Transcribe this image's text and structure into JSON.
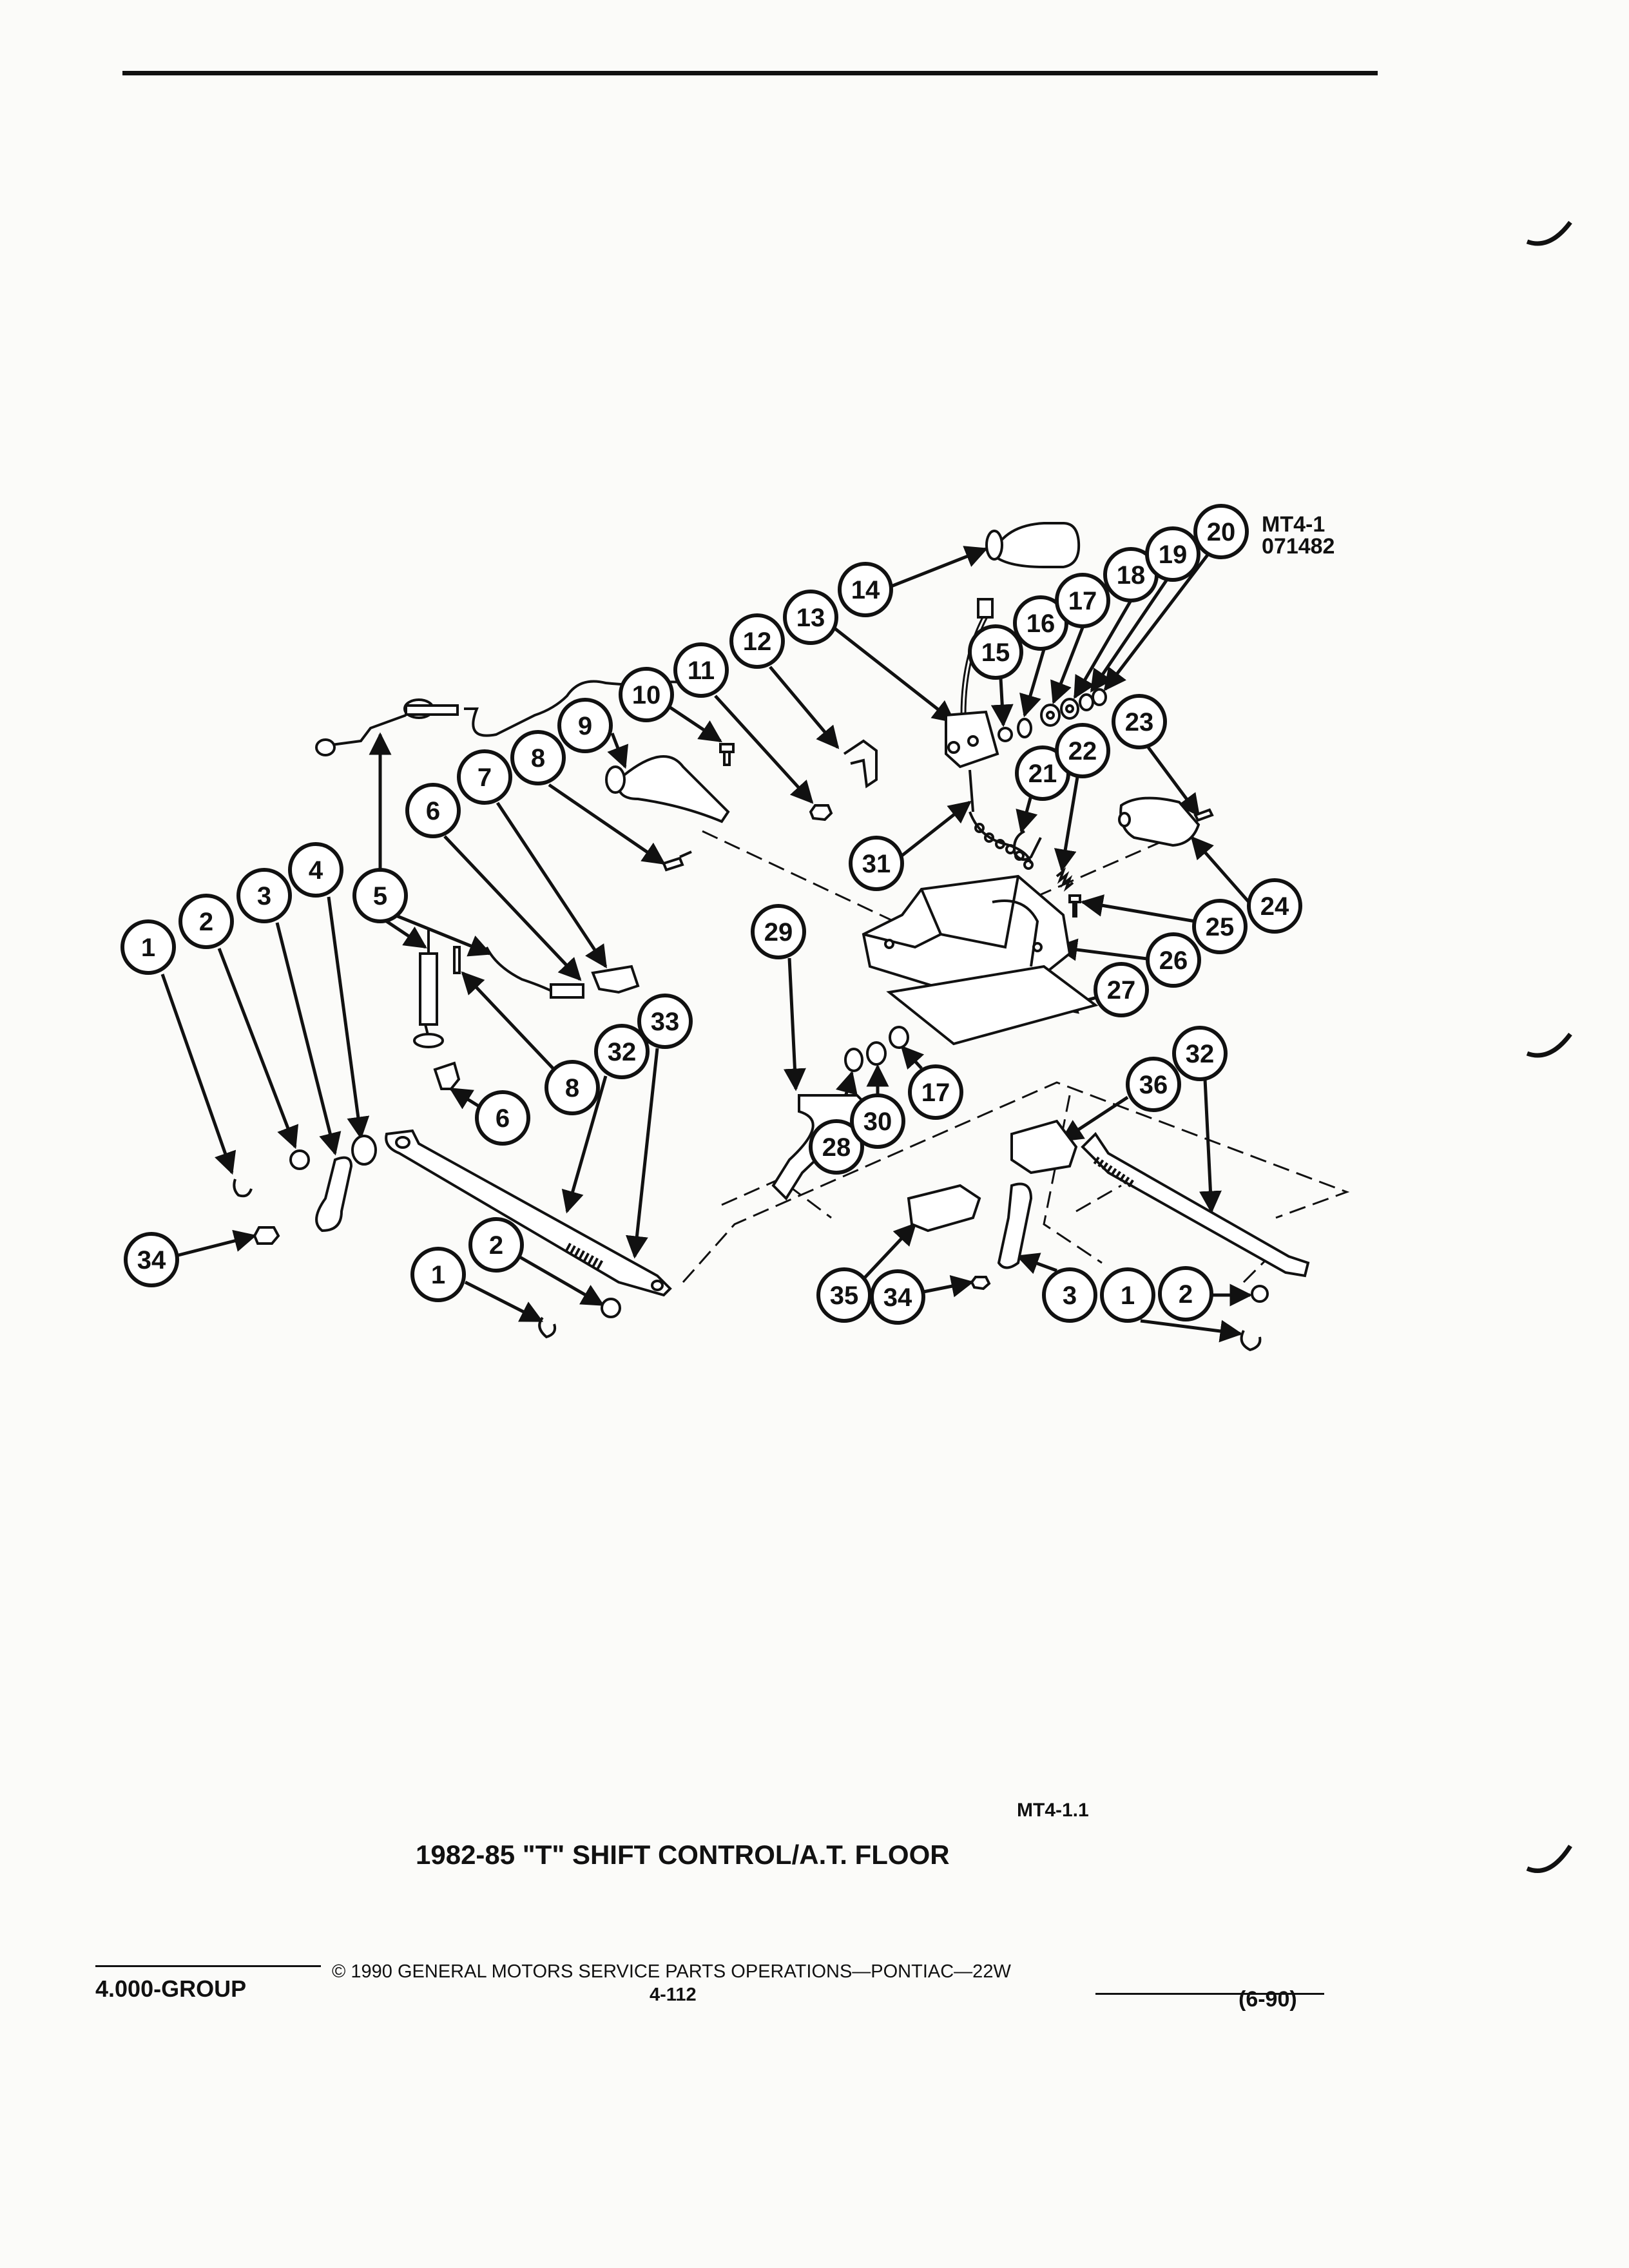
{
  "diagram": {
    "ref_code": "MT4-1",
    "ref_date": "071482",
    "figure_code": "MT4-1.1",
    "title": "1982-85 \"T\" SHIFT CONTROL/A.T. FLOOR"
  },
  "footer": {
    "group": "4.000-GROUP",
    "copyright": "© 1990 GENERAL MOTORS SERVICE PARTS OPERATIONS—PONTIAC—22W",
    "page_number": "4-112",
    "date_code": "(6-90)"
  },
  "callouts": [
    {
      "id": "c1a",
      "n": "1"
    },
    {
      "id": "c2a",
      "n": "2"
    },
    {
      "id": "c3a",
      "n": "3"
    },
    {
      "id": "c4",
      "n": "4"
    },
    {
      "id": "c5",
      "n": "5"
    },
    {
      "id": "c6a",
      "n": "6"
    },
    {
      "id": "c7",
      "n": "7"
    },
    {
      "id": "c8a",
      "n": "8"
    },
    {
      "id": "c9",
      "n": "9"
    },
    {
      "id": "c10",
      "n": "10"
    },
    {
      "id": "c11",
      "n": "11"
    },
    {
      "id": "c12",
      "n": "12"
    },
    {
      "id": "c13",
      "n": "13"
    },
    {
      "id": "c14",
      "n": "14"
    },
    {
      "id": "c15",
      "n": "15"
    },
    {
      "id": "c16",
      "n": "16"
    },
    {
      "id": "c17a",
      "n": "17"
    },
    {
      "id": "c18",
      "n": "18"
    },
    {
      "id": "c19",
      "n": "19"
    },
    {
      "id": "c20",
      "n": "20"
    },
    {
      "id": "c21",
      "n": "21"
    },
    {
      "id": "c22",
      "n": "22"
    },
    {
      "id": "c23",
      "n": "23"
    },
    {
      "id": "c24",
      "n": "24"
    },
    {
      "id": "c25",
      "n": "25"
    },
    {
      "id": "c26",
      "n": "26"
    },
    {
      "id": "c27",
      "n": "27"
    },
    {
      "id": "c28",
      "n": "28"
    },
    {
      "id": "c29",
      "n": "29"
    },
    {
      "id": "c30",
      "n": "30"
    },
    {
      "id": "c31",
      "n": "31"
    },
    {
      "id": "c32a",
      "n": "32"
    },
    {
      "id": "c33",
      "n": "33"
    },
    {
      "id": "c34a",
      "n": "34"
    },
    {
      "id": "c35",
      "n": "35"
    },
    {
      "id": "c36",
      "n": "36"
    },
    {
      "id": "c32b",
      "n": "32"
    },
    {
      "id": "c6b",
      "n": "6"
    },
    {
      "id": "c8b",
      "n": "8"
    },
    {
      "id": "c17b",
      "n": "17"
    },
    {
      "id": "c1b",
      "n": "1"
    },
    {
      "id": "c2b",
      "n": "2"
    },
    {
      "id": "c34b",
      "n": "34"
    },
    {
      "id": "c3b",
      "n": "3"
    },
    {
      "id": "c1c",
      "n": "1"
    },
    {
      "id": "c2c",
      "n": "2"
    }
  ]
}
